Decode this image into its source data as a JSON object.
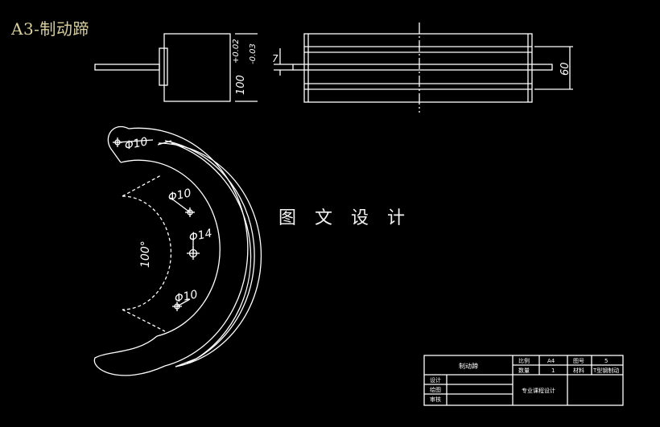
{
  "drawing": {
    "title": "A3-制动蹄",
    "watermark": "图 文 设 计",
    "dimensions": {
      "shaft_length": "100",
      "tol_upper": "+0.02",
      "tol_lower": "-0.03",
      "small_dim": "7",
      "right_height": "60",
      "angle": "100°",
      "holes": [
        "Φ10",
        "Φ10",
        "Φ14",
        "Φ10"
      ]
    },
    "title_block": {
      "part_name": "制动蹄",
      "scale_label": "比例",
      "scale_value": "A4",
      "figure_no_label": "图号",
      "figure_no_value": "5",
      "quantity_label": "数量",
      "quantity_value": "1",
      "material_label": "材料",
      "material_value": "T型钢制动",
      "design_label": "设计",
      "draw_label": "绘图",
      "review_label": "审核",
      "course_label": "专业课程设计"
    }
  },
  "colors": {
    "background": "#000000",
    "lines": "#ffffff",
    "title": "#d8cf9a"
  }
}
